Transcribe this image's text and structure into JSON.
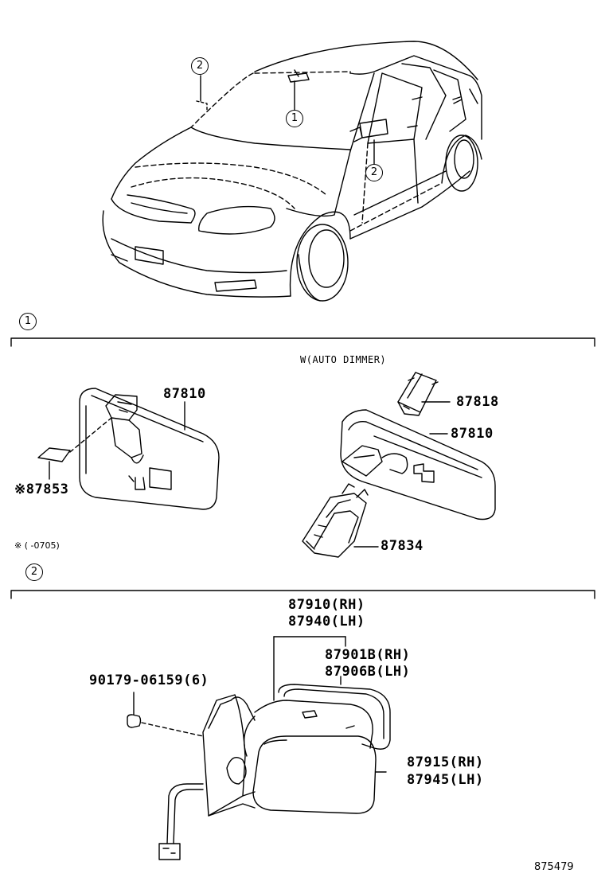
{
  "callouts": {
    "c1": "1",
    "c2": "2"
  },
  "sections": {
    "s1": {
      "number": "1",
      "variant": "W(AUTO DIMMER)"
    },
    "s2": {
      "number": "2"
    }
  },
  "parts": {
    "p87810_a": "87810",
    "p87853": "※87853",
    "p87818": "87818",
    "p87810_b": "87810",
    "p87834": "87834",
    "p87910": "87910(RH)",
    "p87940": "87940(LH)",
    "p87901b": "87901B(RH)",
    "p87906b": "87906B(LH)",
    "p90179": "90179-06159(6)",
    "p87915": "87915(RH)",
    "p87945": "87945(LH)"
  },
  "footnote": "※ (      -0705)",
  "diagram_id": "875479"
}
